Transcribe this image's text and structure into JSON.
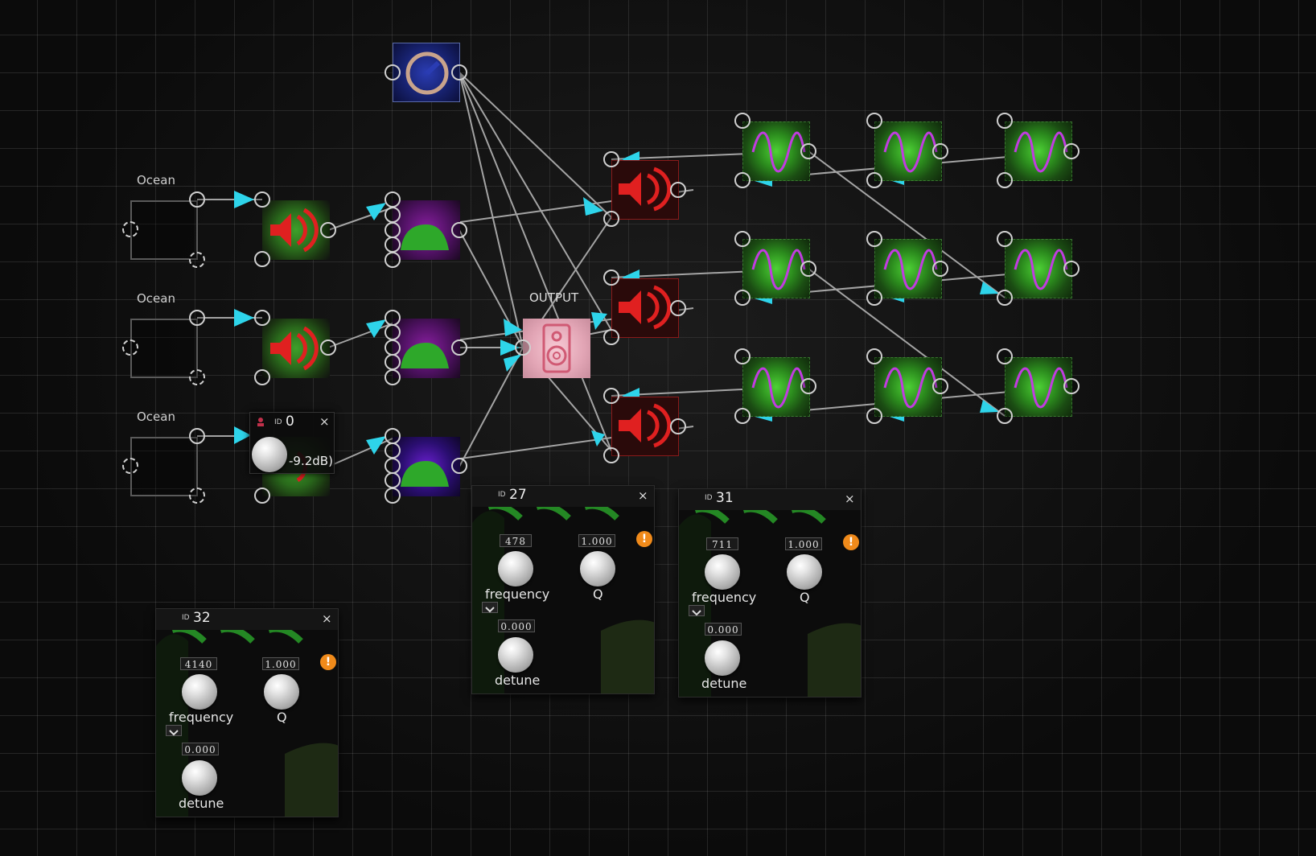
{
  "canvas": {
    "background": "#0b0b0b",
    "grid_color": "#2a2a2a",
    "wire_color": "#bdbdbd",
    "arrow_color": "#2ed4ea"
  },
  "sources": [
    {
      "label": "Ocean"
    },
    {
      "label": "Ocean"
    },
    {
      "label": "Ocean"
    }
  ],
  "output": {
    "label": "OUTPUT",
    "icon": "speaker-icon"
  },
  "gain_popup": {
    "id_tag": "ID",
    "id": "0",
    "close": "×",
    "value": "-9.2dB)"
  },
  "panels": [
    {
      "id_tag": "ID",
      "id": "27",
      "close": "×",
      "frequency": {
        "value": "478",
        "label": "frequency"
      },
      "q": {
        "value": "1.000",
        "label": "Q"
      },
      "detune": {
        "value": "0.000",
        "label": "detune"
      },
      "warning": "!"
    },
    {
      "id_tag": "ID",
      "id": "31",
      "close": "×",
      "frequency": {
        "value": "711",
        "label": "frequency"
      },
      "q": {
        "value": "1.000",
        "label": "Q"
      },
      "detune": {
        "value": "0.000",
        "label": "detune"
      },
      "warning": "!"
    },
    {
      "id_tag": "ID",
      "id": "32",
      "close": "×",
      "frequency": {
        "value": "4140",
        "label": "frequency"
      },
      "q": {
        "value": "1.000",
        "label": "Q"
      },
      "detune": {
        "value": "0.000",
        "label": "detune"
      },
      "warning": "!"
    }
  ]
}
